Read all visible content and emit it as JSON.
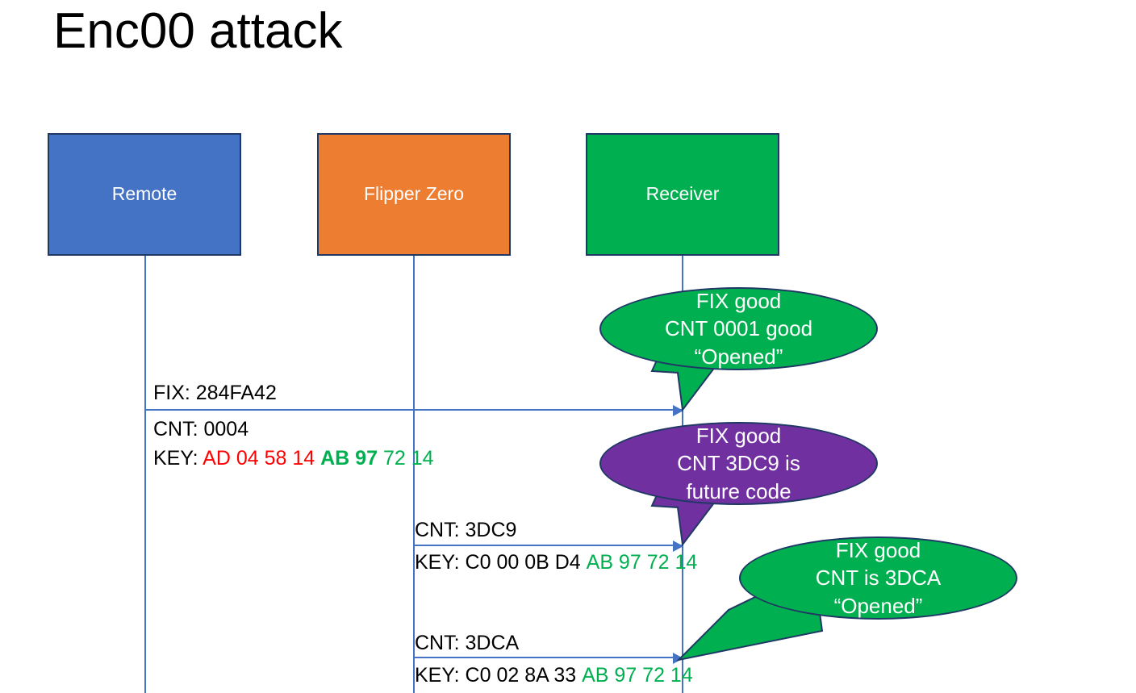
{
  "slide": {
    "title": "Enc00 attack",
    "background_color": "#FFFFFF"
  },
  "colors": {
    "remote_blue": "#4472C4",
    "flipper_orange": "#ED7D31",
    "receiver_green": "#00B050",
    "future_code_purple": "#7030A0",
    "border_navy": "#1F3864",
    "key_red": "#FF0000",
    "key_green": "#00B050",
    "lifeline_blue": "#4472C4"
  },
  "actors": [
    {
      "id": "remote",
      "label": "Remote",
      "color": "#4472C4"
    },
    {
      "id": "flipper",
      "label": "Flipper Zero",
      "color": "#ED7D31"
    },
    {
      "id": "receiver",
      "label": "Receiver",
      "color": "#00B050"
    }
  ],
  "messages": [
    {
      "id": "msg-1",
      "from": "remote",
      "to": "receiver",
      "fix_line": "FIX: 284FA42",
      "cnt_line": "CNT: 0004",
      "key_prefix": "KEY: ",
      "key_part_red": "AD 04 58 14",
      "key_part_green_bold": "AB 97",
      "key_part_green": "72 14"
    },
    {
      "id": "msg-2",
      "from": "flipper",
      "to": "receiver",
      "cnt_line": "CNT: 3DC9",
      "key_prefix": "KEY: ",
      "key_part_black": "C0 00 0B D4",
      "key_part_green": "AB 97 72 14"
    },
    {
      "id": "msg-3",
      "from": "flipper",
      "to": "receiver",
      "cnt_line": "CNT: 3DCA",
      "key_prefix": "KEY: ",
      "key_part_black": "C0 02 8A 33",
      "key_part_green": "AB 97 72 14"
    }
  ],
  "callouts": [
    {
      "id": "callout-1",
      "color": "#00B050",
      "line1": "FIX good",
      "line2": "CNT 0001 good",
      "line3": "“Opened”"
    },
    {
      "id": "callout-2",
      "color": "#7030A0",
      "line1": "FIX good",
      "line2": "CNT 3DC9 is",
      "line3": "future code"
    },
    {
      "id": "callout-3",
      "color": "#00B050",
      "line1": "FIX good",
      "line2": "CNT is 3DCA",
      "line3": "“Opened”"
    }
  ]
}
